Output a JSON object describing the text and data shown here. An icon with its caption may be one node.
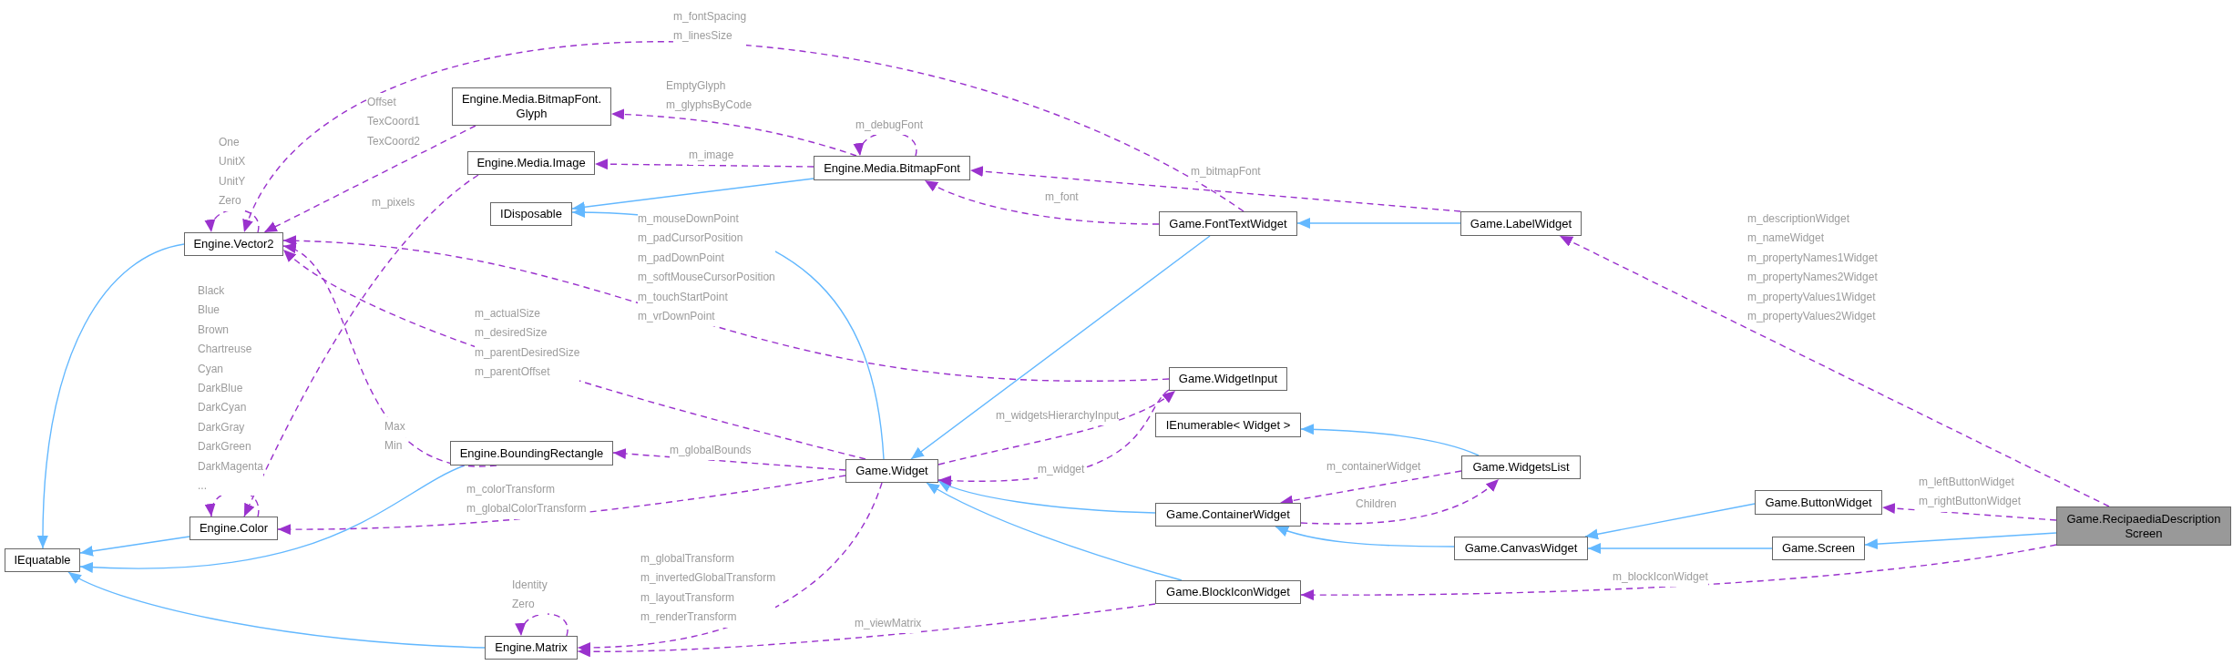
{
  "diagram": {
    "nodes": [
      {
        "text": [
          "IEquatable"
        ]
      },
      {
        "text": [
          "Engine.Vector2"
        ]
      },
      {
        "text": [
          "Engine.Color"
        ]
      },
      {
        "text": [
          "Engine.Media.BitmapFont. Glyph"
        ]
      },
      {
        "text": [
          "Engine.Media.Image"
        ]
      },
      {
        "text": [
          "IDisposable"
        ]
      },
      {
        "text": [
          "Engine.BoundingRectangle"
        ]
      },
      {
        "text": [
          "Engine.Matrix"
        ]
      },
      {
        "text": [
          "Engine.Media.BitmapFont"
        ]
      },
      {
        "text": [
          "Game.Widget"
        ]
      },
      {
        "text": [
          "Game.FontTextWidget"
        ]
      },
      {
        "text": [
          "Game.WidgetInput"
        ]
      },
      {
        "text": [
          "IEnumerable< Widget >"
        ]
      },
      {
        "text": [
          "Game.ContainerWidget"
        ]
      },
      {
        "text": [
          "Game.BlockIconWidget"
        ]
      },
      {
        "text": [
          "Game.LabelWidget"
        ]
      },
      {
        "text": [
          "Game.WidgetsList"
        ]
      },
      {
        "text": [
          "Game.CanvasWidget"
        ]
      },
      {
        "text": [
          "Game.ButtonWidget"
        ]
      },
      {
        "text": [
          "Game.Screen"
        ]
      },
      {
        "text": [
          "Game.RecipaediaDescription Screen"
        ]
      }
    ],
    "edges": [
      {
        "from": 1,
        "to": 0,
        "arrow": "to",
        "color": "#63b8ff"
      },
      {
        "from": 2,
        "to": 0,
        "arrow": "to",
        "color": "#63b8ff"
      },
      {
        "from": 6,
        "to": 0,
        "arrow": "to",
        "color": "#63b8ff"
      },
      {
        "from": 7,
        "to": 0,
        "arrow": "to",
        "color": "#63b8ff"
      },
      {
        "from": 8,
        "to": 5,
        "arrow": "to",
        "color": "#63b8ff"
      },
      {
        "from": 9,
        "to": 5,
        "arrow": "to",
        "color": "#63b8ff"
      },
      {
        "from": 10,
        "to": 9,
        "arrow": "to",
        "color": "#63b8ff"
      },
      {
        "from": 15,
        "to": 10,
        "arrow": "to",
        "color": "#63b8ff"
      },
      {
        "from": 13,
        "to": 9,
        "arrow": "to",
        "color": "#63b8ff"
      },
      {
        "from": 14,
        "to": 9,
        "arrow": "to",
        "color": "#63b8ff"
      },
      {
        "from": 16,
        "to": 12,
        "arrow": "to",
        "color": "#63b8ff"
      },
      {
        "from": 17,
        "to": 13,
        "arrow": "to",
        "color": "#63b8ff"
      },
      {
        "from": 18,
        "to": 17,
        "arrow": "to",
        "color": "#63b8ff"
      },
      {
        "from": 19,
        "to": 17,
        "arrow": "to",
        "color": "#63b8ff"
      },
      {
        "from": 20,
        "to": 19,
        "arrow": "to",
        "color": "#63b8ff"
      },
      {
        "from": 1,
        "to": 1,
        "arrow": "to",
        "style": "dashed",
        "label": "One UnitX UnitY Zero"
      },
      {
        "from": 3,
        "to": 1,
        "arrow": "to",
        "style": "dashed",
        "label": "Offset TexCoord1 TexCoord2"
      },
      {
        "from": 10,
        "to": 1,
        "arrow": "to",
        "style": "dashed",
        "label": "m_fontSpacing m_linesSize"
      },
      {
        "from": 11,
        "to": 1,
        "arrow": "to",
        "style": "dashed",
        "label": "m_mouseDownPoint m_padCursorPosition m_padDownPoint m_softMouseCursorPosition m_touchStartPoint m_vrDownPoint"
      },
      {
        "from": 9,
        "to": 1,
        "arrow": "to",
        "style": "dashed",
        "label": "m_actualSize m_desiredSize m_parentDesiredSize m_parentOffset"
      },
      {
        "from": 6,
        "to": 1,
        "arrow": "to",
        "style": "dashed",
        "label": "Max Min"
      },
      {
        "from": 2,
        "to": 2,
        "arrow": "to",
        "style": "dashed",
        "label": "Black Blue Brown Chartreuse Cyan DarkBlue DarkCyan DarkGray DarkGreen DarkMagenta ..."
      },
      {
        "from": 4,
        "to": 2,
        "arrow": "to",
        "style": "dashed",
        "label": "m_pixels"
      },
      {
        "from": 9,
        "to": 2,
        "arrow": "to",
        "style": "dashed",
        "label": "m_colorTransform m_globalColorTransform"
      },
      {
        "from": 8,
        "to": 3,
        "arrow": "to",
        "style": "dashed",
        "label": "EmptyGlyph m_glyphsByCode"
      },
      {
        "from": 8,
        "to": 4,
        "arrow": "to",
        "style": "dashed",
        "label": "m_image"
      },
      {
        "from": 8,
        "to": 8,
        "arrow": "to",
        "style": "dashed",
        "label": "m_debugFont"
      },
      {
        "from": 10,
        "to": 8,
        "arrow": "to",
        "style": "dashed",
        "label": "m_font"
      },
      {
        "from": 15,
        "to": 8,
        "arrow": "to",
        "style": "dashed",
        "label": "m_bitmapFont"
      },
      {
        "from": 9,
        "to": 6,
        "arrow": "to",
        "style": "dashed",
        "label": "m_globalBounds"
      },
      {
        "from": 7,
        "to": 7,
        "arrow": "to",
        "style": "dashed",
        "label": "Identity Zero"
      },
      {
        "from": 9,
        "to": 7,
        "arrow": "to",
        "style": "dashed",
        "label": "m_globalTransform m_invertedGlobalTransform m_layoutTransform m_renderTransform"
      },
      {
        "from": 14,
        "to": 7,
        "arrow": "to",
        "style": "dashed",
        "label": "m_viewMatrix"
      },
      {
        "from": 9,
        "to": 11,
        "arrow": "to",
        "style": "dashed",
        "label": "m_widgetsHierarchyInput"
      },
      {
        "from": 11,
        "to": 9,
        "arrow": "to",
        "style": "dashed",
        "label": "m_widget"
      },
      {
        "from": 16,
        "to": 13,
        "arrow": "to",
        "style": "dashed",
        "label": "m_containerWidget"
      },
      {
        "from": 13,
        "to": 16,
        "arrow": "to",
        "style": "dashed",
        "label": "Children"
      },
      {
        "from": 20,
        "to": 15,
        "arrow": "to",
        "style": "dashed",
        "label": "m_descriptionWidget m_nameWidget m_propertyNames1Widget m_propertyNames2Widget m_propertyValues1Widget m_propertyValues2Widget"
      },
      {
        "from": 20,
        "to": 18,
        "arrow": "to",
        "style": "dashed",
        "label": "m_leftButtonWidget m_rightButtonWidget"
      },
      {
        "from": 20,
        "to": 14,
        "arrow": "to",
        "style": "dashed",
        "label": "m_blockIconWidget"
      }
    ]
  }
}
